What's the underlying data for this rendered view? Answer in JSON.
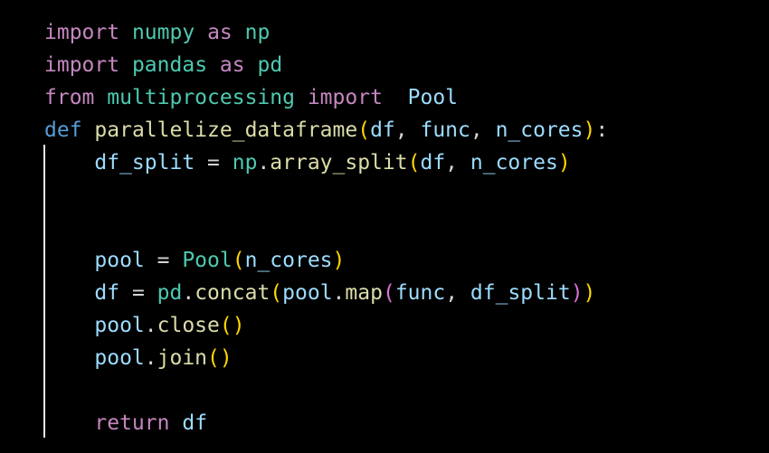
{
  "editor": {
    "language": "python",
    "colors": {
      "background": "#000000",
      "keyword": "#c586c0",
      "module": "#4ec9b0",
      "def_keyword": "#569cd6",
      "function_name": "#dcdcaa",
      "variable": "#9cdcfe",
      "class_name": "#9cdcfe",
      "paren": "#ffd700",
      "paren_nested": "#da70d6",
      "plain": "#d4d4d4",
      "indent_guide": "#e6e6e6"
    },
    "lines": [
      [
        {
          "text": "import",
          "kind": "keyword"
        },
        {
          "text": " ",
          "kind": "plain"
        },
        {
          "text": "numpy",
          "kind": "module"
        },
        {
          "text": " ",
          "kind": "plain"
        },
        {
          "text": "as",
          "kind": "keyword"
        },
        {
          "text": " ",
          "kind": "plain"
        },
        {
          "text": "np",
          "kind": "module"
        }
      ],
      [
        {
          "text": "import",
          "kind": "keyword"
        },
        {
          "text": " ",
          "kind": "plain"
        },
        {
          "text": "pandas",
          "kind": "module"
        },
        {
          "text": " ",
          "kind": "plain"
        },
        {
          "text": "as",
          "kind": "keyword"
        },
        {
          "text": " ",
          "kind": "plain"
        },
        {
          "text": "pd",
          "kind": "module"
        }
      ],
      [
        {
          "text": "from",
          "kind": "keyword"
        },
        {
          "text": " ",
          "kind": "plain"
        },
        {
          "text": "multiprocessing",
          "kind": "module"
        },
        {
          "text": " ",
          "kind": "plain"
        },
        {
          "text": "import",
          "kind": "keyword"
        },
        {
          "text": "  ",
          "kind": "plain"
        },
        {
          "text": "Pool",
          "kind": "class_name"
        }
      ],
      [
        {
          "text": "def",
          "kind": "def_keyword"
        },
        {
          "text": " ",
          "kind": "plain"
        },
        {
          "text": "parallelize_dataframe",
          "kind": "function_name"
        },
        {
          "text": "(",
          "kind": "paren"
        },
        {
          "text": "df",
          "kind": "variable"
        },
        {
          "text": ", ",
          "kind": "plain"
        },
        {
          "text": "func",
          "kind": "variable"
        },
        {
          "text": ", ",
          "kind": "plain"
        },
        {
          "text": "n_cores",
          "kind": "variable"
        },
        {
          "text": ")",
          "kind": "paren"
        },
        {
          "text": ":",
          "kind": "plain"
        }
      ],
      [
        {
          "text": "    ",
          "kind": "plain"
        },
        {
          "text": "df_split",
          "kind": "variable"
        },
        {
          "text": " = ",
          "kind": "plain"
        },
        {
          "text": "np",
          "kind": "module"
        },
        {
          "text": ".",
          "kind": "plain"
        },
        {
          "text": "array_split",
          "kind": "function_name"
        },
        {
          "text": "(",
          "kind": "paren"
        },
        {
          "text": "df",
          "kind": "variable"
        },
        {
          "text": ", ",
          "kind": "plain"
        },
        {
          "text": "n_cores",
          "kind": "variable"
        },
        {
          "text": ")",
          "kind": "paren"
        }
      ],
      [],
      [],
      [
        {
          "text": "    ",
          "kind": "plain"
        },
        {
          "text": "pool",
          "kind": "variable"
        },
        {
          "text": " = ",
          "kind": "plain"
        },
        {
          "text": "Pool",
          "kind": "module"
        },
        {
          "text": "(",
          "kind": "paren"
        },
        {
          "text": "n_cores",
          "kind": "variable"
        },
        {
          "text": ")",
          "kind": "paren"
        }
      ],
      [
        {
          "text": "    ",
          "kind": "plain"
        },
        {
          "text": "df",
          "kind": "variable"
        },
        {
          "text": " = ",
          "kind": "plain"
        },
        {
          "text": "pd",
          "kind": "module"
        },
        {
          "text": ".",
          "kind": "plain"
        },
        {
          "text": "concat",
          "kind": "function_name"
        },
        {
          "text": "(",
          "kind": "paren"
        },
        {
          "text": "pool",
          "kind": "variable"
        },
        {
          "text": ".",
          "kind": "plain"
        },
        {
          "text": "map",
          "kind": "function_name"
        },
        {
          "text": "(",
          "kind": "paren_nested"
        },
        {
          "text": "func",
          "kind": "variable"
        },
        {
          "text": ", ",
          "kind": "plain"
        },
        {
          "text": "df_split",
          "kind": "variable"
        },
        {
          "text": ")",
          "kind": "paren_nested"
        },
        {
          "text": ")",
          "kind": "paren"
        }
      ],
      [
        {
          "text": "    ",
          "kind": "plain"
        },
        {
          "text": "pool",
          "kind": "variable"
        },
        {
          "text": ".",
          "kind": "plain"
        },
        {
          "text": "close",
          "kind": "function_name"
        },
        {
          "text": "()",
          "kind": "paren"
        }
      ],
      [
        {
          "text": "    ",
          "kind": "plain"
        },
        {
          "text": "pool",
          "kind": "variable"
        },
        {
          "text": ".",
          "kind": "plain"
        },
        {
          "text": "join",
          "kind": "function_name"
        },
        {
          "text": "()",
          "kind": "paren"
        }
      ],
      [],
      [
        {
          "text": "    ",
          "kind": "plain"
        },
        {
          "text": "return",
          "kind": "keyword"
        },
        {
          "text": " ",
          "kind": "plain"
        },
        {
          "text": "df",
          "kind": "variable"
        }
      ]
    ]
  }
}
